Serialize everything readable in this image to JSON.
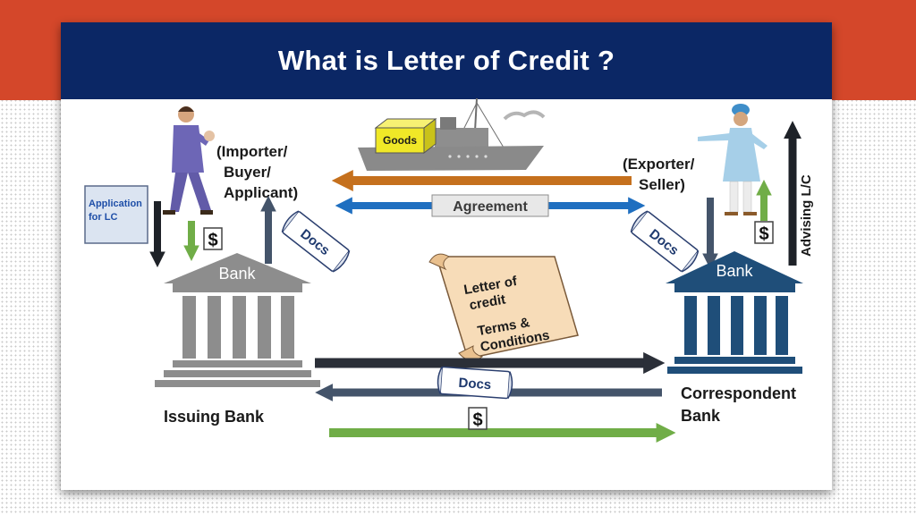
{
  "title": "What is Letter of Credit ?",
  "labels": {
    "importer": [
      "(Importer/",
      "Buyer/",
      "Applicant)"
    ],
    "exporter": [
      "(Exporter/",
      "Seller)"
    ],
    "application": [
      "Application",
      "for LC"
    ],
    "goods": "Goods",
    "agreement": "Agreement",
    "bank": "Bank",
    "docs": "Docs",
    "dollar": "$",
    "advising": "Advising L/C",
    "letter": [
      "Letter of",
      "credit",
      "Terms &",
      "Conditions"
    ],
    "issuing_bank": "Issuing Bank",
    "correspondent_bank": [
      "Correspondent",
      "Bank"
    ]
  },
  "colors": {
    "title_bar": "#0b2765",
    "accent_band": "#d4472a",
    "issuing_bank": "#8d8d8d",
    "correspondent_bank": "#1f4e79",
    "goods_arrow": "#c5701d",
    "agreement_arrow": "#1f6fc0",
    "green_arrow": "#70ad47",
    "dark_arrow": "#2b2f38",
    "slate_arrow": "#44546a"
  }
}
